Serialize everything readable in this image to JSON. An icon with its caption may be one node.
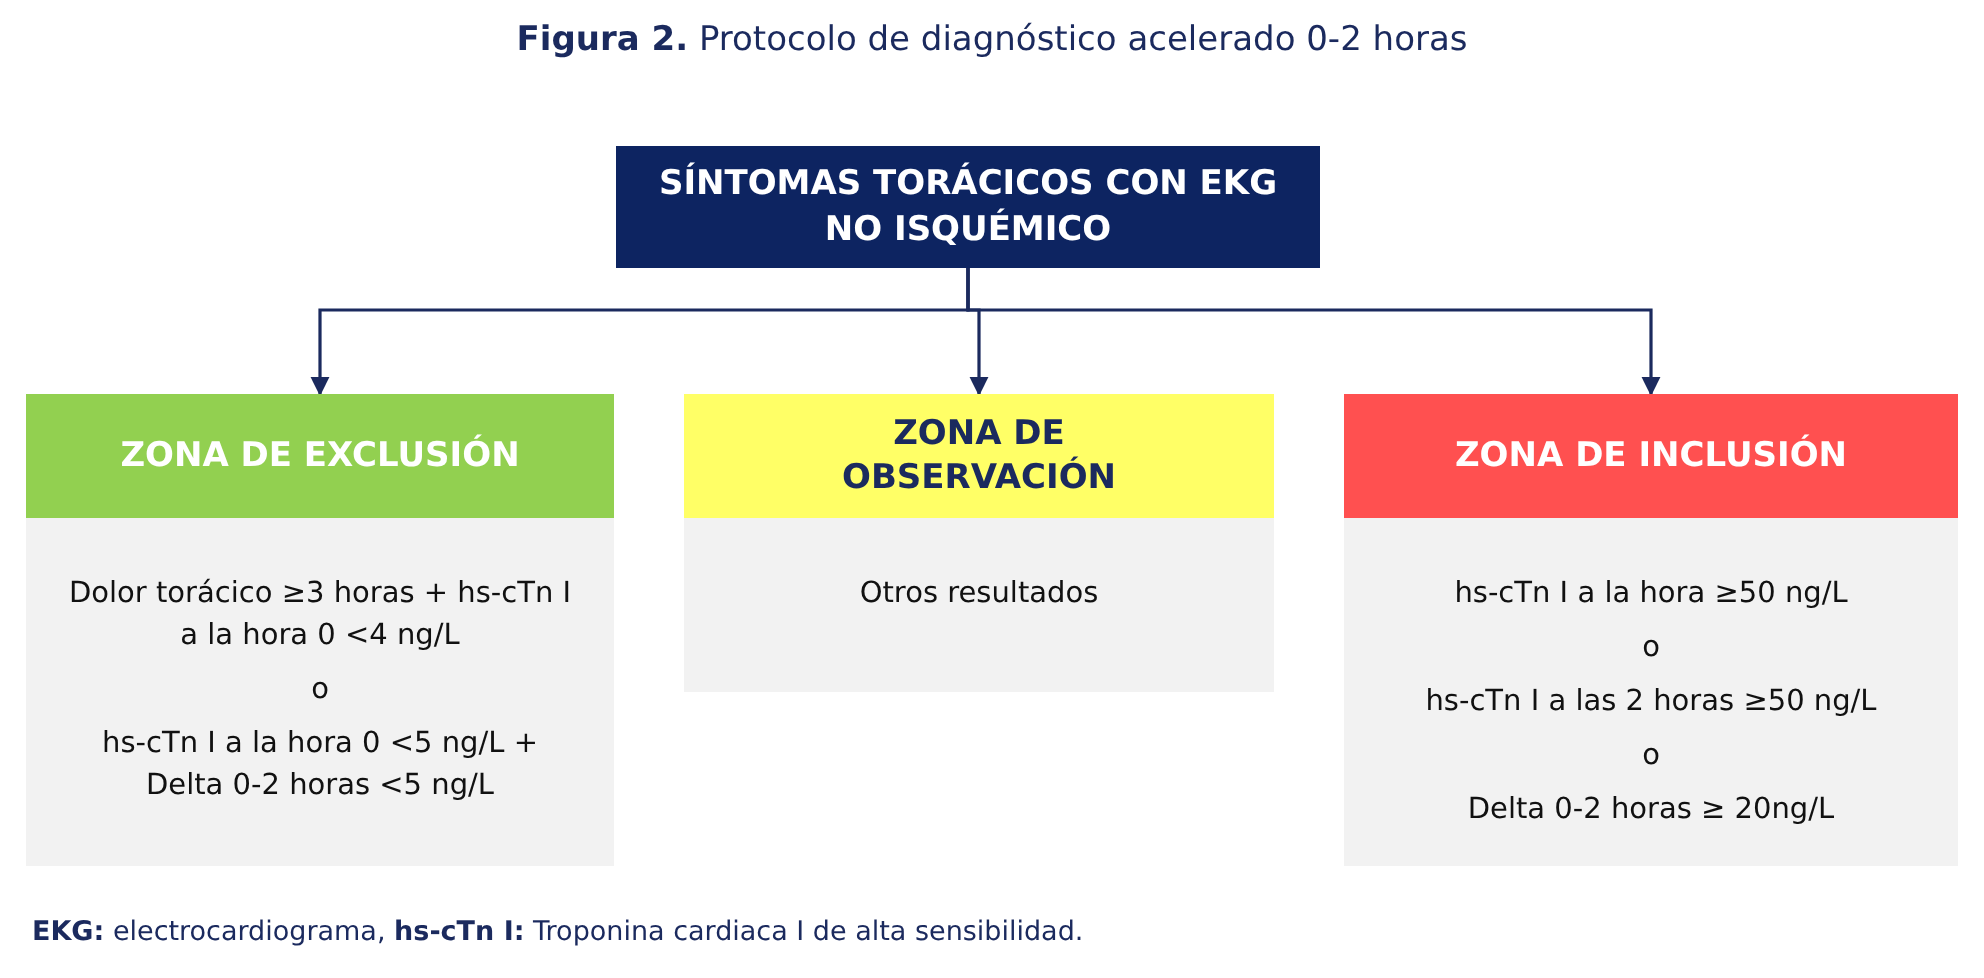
{
  "diagram": {
    "title": "**Figura 2.** Protocolo de diagnóstico acelerado 0-2 horas",
    "caption": "**EKG:** electrocardiograma, **hs-cTn I:** Troponina cardiaca I de alta sensibilidad.",
    "nodes": [
      {
        "text": [
          "SÍNTOMAS TORÁCICOS CON EKG NO ISQUÉMICO"
        ]
      },
      {
        "text": [
          "ZONA DE EXCLUSIÓN",
          "Dolor torácico ≥3 horas + hs-cTn I a la hora 0 <4 ng/L",
          "o",
          "hs-cTn I a la hora 0 <5 ng/L + Delta 0-2 horas <5 ng/L"
        ]
      },
      {
        "text": [
          "ZONA DE OBSERVACIÓN",
          "Otros resultados"
        ]
      },
      {
        "text": [
          "ZONA DE INCLUSIÓN",
          "hs-cTn I a la hora ≥50 ng/L",
          "o",
          "hs-cTn I a las 2 horas ≥50 ng/L",
          "o",
          "Delta 0-2 horas ≥ 20ng/L"
        ]
      }
    ],
    "edges": [
      {
        "from": 0,
        "to": 1,
        "arrow": "to"
      },
      {
        "from": 0,
        "to": 2,
        "arrow": "to"
      },
      {
        "from": 0,
        "to": 3,
        "arrow": "to"
      }
    ]
  }
}
